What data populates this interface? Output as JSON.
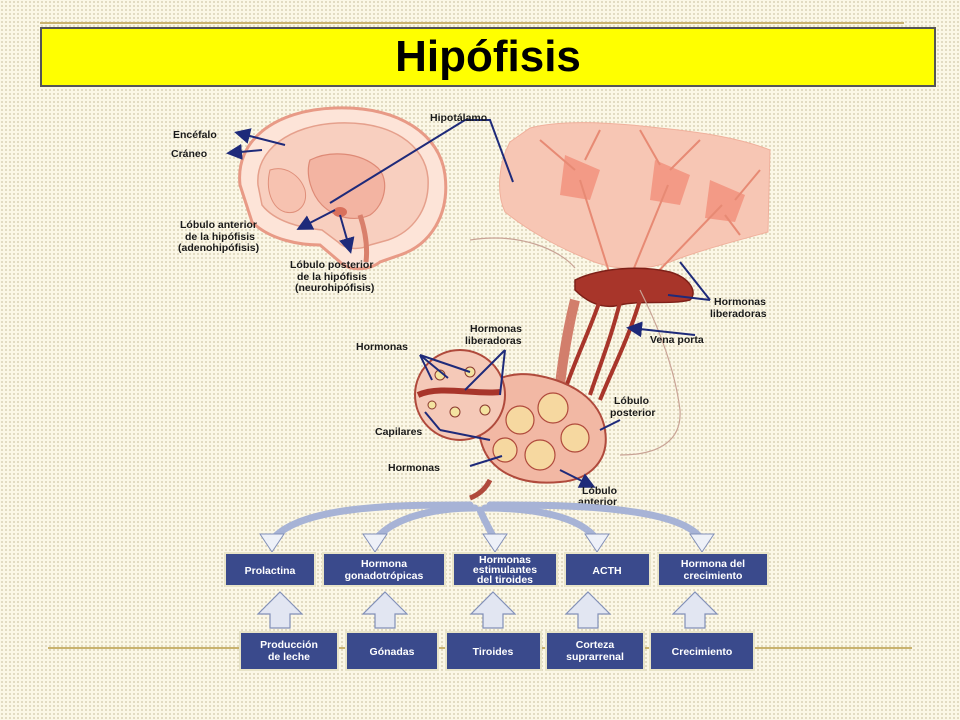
{
  "title": "Hipófisis",
  "labels": {
    "hipotalamo": "Hipotálamo",
    "encefalo": "Encéfalo",
    "craneo": "Cráneo",
    "lobulo_anterior_1": "Lóbulo anterior",
    "lobulo_anterior_2": "de la hipófisis",
    "lobulo_anterior_3": "(adenohipófisis)",
    "lobulo_posterior_1": "Lóbulo posterior",
    "lobulo_posterior_2": "de la hipófisis",
    "lobulo_posterior_3": "(neurohipófisis)",
    "hormonas_liberadoras_r1": "Hormonas",
    "hormonas_liberadoras_r2": "liberadoras",
    "vena_porta": "Vena porta",
    "hormonas_liberadoras_c1": "Hormonas",
    "hormonas_liberadoras_c2": "liberadoras",
    "hormonas_top": "Hormonas",
    "lobulo_posterior_s1": "Lóbulo",
    "lobulo_posterior_s2": "posterior",
    "capilares": "Capilares",
    "hormonas_bottom": "Hormonas",
    "lobulo_anterior_s1": "Lóbulo",
    "lobulo_anterior_s2": "anterior"
  },
  "hormone_boxes": [
    {
      "line1": "Prolactina",
      "line2": "",
      "line3": ""
    },
    {
      "line1": "Hormona",
      "line2": "gonadotrópicas",
      "line3": ""
    },
    {
      "line1": "Hormonas",
      "line2": "estimulantes",
      "line3": "del tiroides"
    },
    {
      "line1": "ACTH",
      "line2": "",
      "line3": ""
    },
    {
      "line1": "Hormona del",
      "line2": "crecimiento",
      "line3": ""
    }
  ],
  "target_boxes": [
    {
      "line1": "Producción",
      "line2": "de leche"
    },
    {
      "line1": "Gónadas",
      "line2": ""
    },
    {
      "line1": "Tiroides",
      "line2": ""
    },
    {
      "line1": "Corteza",
      "line2": "suprarrenal"
    },
    {
      "line1": "Crecimiento",
      "line2": ""
    }
  ],
  "colors": {
    "title_bg": "#ffff00",
    "box_fill": "#3a4a8c",
    "box_border": "#e8e4c8",
    "arrow_line": "#1e2a7a",
    "tissue": "#f7c6b4",
    "vessel": "#a8352a"
  }
}
